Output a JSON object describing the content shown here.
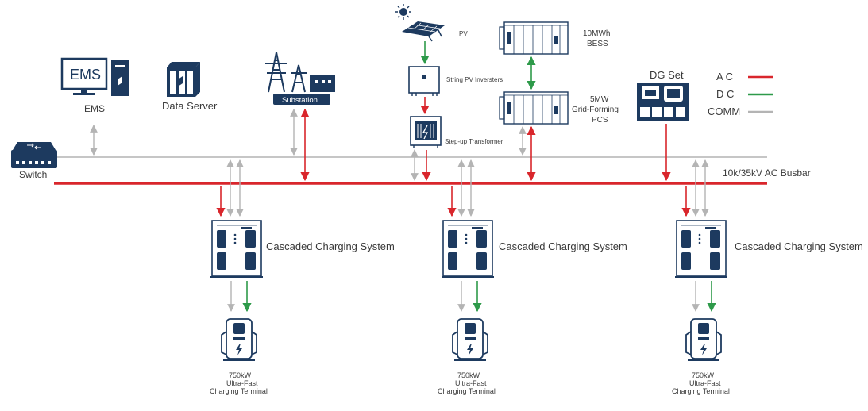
{
  "labels": {
    "ems_screen": "EMS",
    "ems": "EMS",
    "data_server": "Data Server",
    "substation": "Substation",
    "switch": "Switch",
    "pv": "PV",
    "string_pv": "String PV Inversters",
    "step_up": "Step-up Transformer",
    "bess_line1": "10MWh",
    "bess_line2": "BESS",
    "pcs_line1": "5MW",
    "pcs_line2": "Grid-Forming",
    "pcs_line3": "PCS",
    "dg_set": "DG Set",
    "busbar": "10k/35kV AC Busbar",
    "charging_system": "Cascaded Charging System",
    "terminal_line1": "750kW",
    "terminal_line2": "Ultra-Fast",
    "terminal_line3": "Charging Terminal"
  },
  "legend": [
    {
      "label": "A C",
      "color": "#d9262c"
    },
    {
      "label": "D C",
      "color": "#2e9a4a"
    },
    {
      "label": "COMM",
      "color": "#b4b4b4"
    }
  ],
  "colors": {
    "ac": "#d9262c",
    "dc": "#2e9a4a",
    "comm": "#b4b4b4",
    "equipment": "#1d3a5f"
  }
}
